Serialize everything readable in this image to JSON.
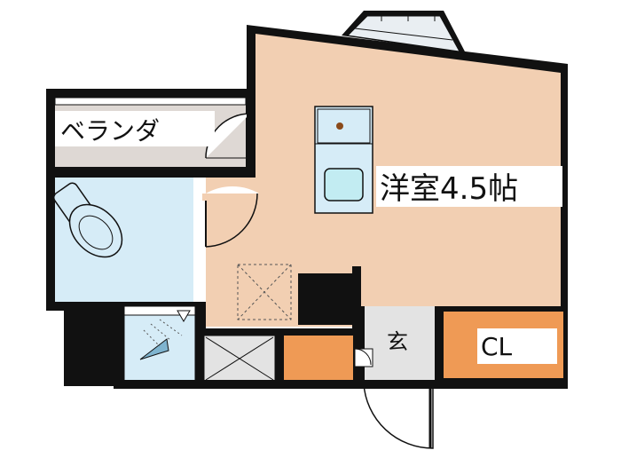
{
  "labels": {
    "veranda": "ベランダ",
    "room": "洋室4.5帖",
    "entrance": "玄",
    "closet": "CL"
  },
  "colors": {
    "wall": "#111111",
    "room_floor": "#f2cfb2",
    "veranda_floor": "#ded8d4",
    "bath_floor": "#d6ecf7",
    "entrance_floor": "#e3e3e3",
    "closet_floor": "#ef9a55",
    "window_glass": "#e9eef2"
  }
}
